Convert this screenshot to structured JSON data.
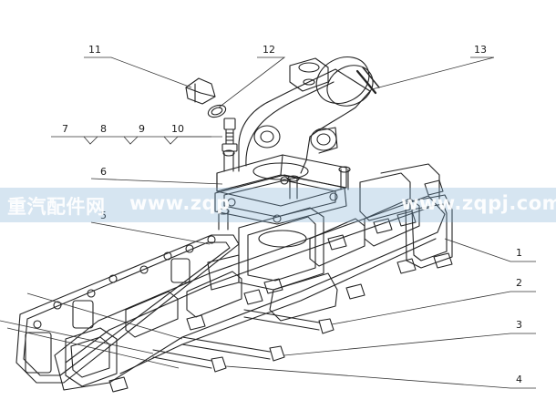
{
  "callouts": {
    "c1": "1",
    "c2": "2",
    "c3": "3",
    "c4": "4",
    "c5": "5",
    "c6": "6",
    "c7": "7",
    "c8": "8",
    "c9": "9",
    "c10": "10",
    "c11": "11",
    "c12": "12",
    "c13": "13"
  },
  "watermark": {
    "brand": "重汽配件网",
    "url_left": "www.zqp",
    "url_right": "www.zqpj.com"
  },
  "colors": {
    "line": "#222222",
    "callout_line": "#333333",
    "watermark_band": "#78aad2"
  }
}
